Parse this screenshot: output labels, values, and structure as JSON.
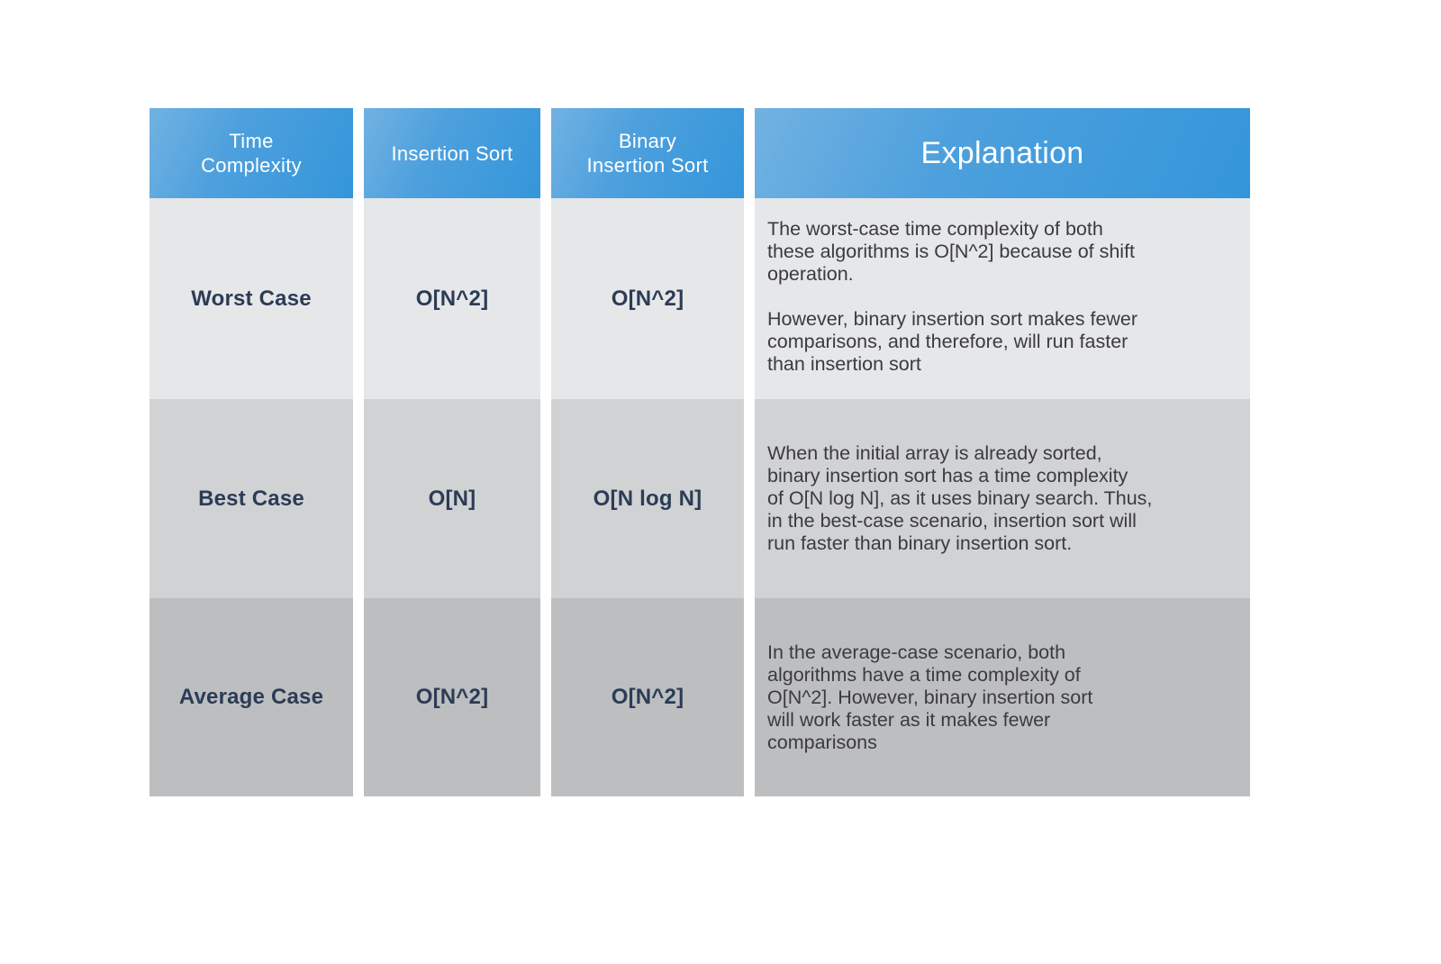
{
  "table": {
    "headers": [
      {
        "label": "Time\nComplexity"
      },
      {
        "label": "Insertion Sort"
      },
      {
        "label": "Binary\nInsertion Sort"
      },
      {
        "label": "Explanation"
      }
    ],
    "rows": [
      {
        "case": "Worst Case",
        "insertion_sort": "O[N^2]",
        "binary_insertion_sort": "O[N^2]",
        "explanation_p1": "The worst-case time complexity of both\nthese algorithms is O[N^2] because of shift\noperation.",
        "explanation_p2": "However, binary insertion sort makes fewer\ncomparisons, and therefore, will run faster\nthan insertion sort"
      },
      {
        "case": "Best Case",
        "insertion_sort": "O[N]",
        "binary_insertion_sort": "O[N log N]",
        "explanation_p1": "When the initial array is already sorted,\nbinary insertion sort has a time complexity\nof O[N log N], as it uses binary search. Thus,\nin the best-case scenario, insertion sort will\nrun faster than binary insertion sort.",
        "explanation_p2": ""
      },
      {
        "case": "Average Case",
        "insertion_sort": "O[N^2]",
        "binary_insertion_sort": "O[N^2]",
        "explanation_p1": "In the average-case scenario, both\nalgorithms have a time complexity of\nO[N^2]. However, binary insertion sort\nwill work faster as it makes fewer\ncomparisons",
        "explanation_p2": ""
      }
    ]
  },
  "colors": {
    "header_gradient_start": "#72b2e2",
    "header_gradient_end": "#3496da",
    "row1_bg": "#e6e7e9",
    "row2_bg": "#d1d2d4",
    "row3_bg": "#bdbec0",
    "label_text": "#2b3c55",
    "body_text": "#3b3b3c",
    "header_text": "#ffffff"
  }
}
